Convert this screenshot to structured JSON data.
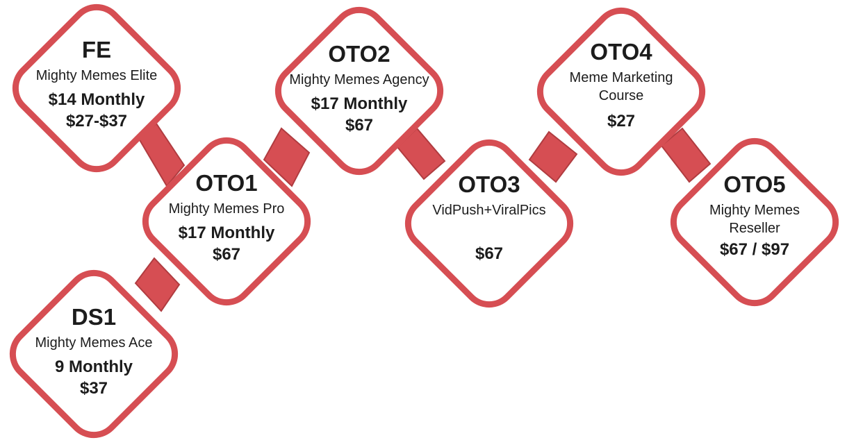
{
  "colors": {
    "accent": "#d64e53",
    "accent_dark": "#b03c40",
    "tile_fill": "#ffffff",
    "text": "#1c1c1c"
  },
  "funnel": {
    "fe": {
      "code": "FE",
      "name": "Mighty Memes Elite",
      "price1": "$14 Monthly",
      "price2": "$27-$37"
    },
    "oto1": {
      "code": "OTO1",
      "name": "Mighty Memes Pro",
      "price1": "$17 Monthly",
      "price2": "$67"
    },
    "ds1": {
      "code": "DS1",
      "name": "Mighty Memes Ace",
      "price1": "9 Monthly",
      "price2": "$37"
    },
    "oto2": {
      "code": "OTO2",
      "name": "Mighty Memes Agency",
      "price1": "$17 Monthly",
      "price2": "$67"
    },
    "oto3": {
      "code": "OTO3",
      "name": "VidPush+ViralPics",
      "price1": "",
      "price2": "$67"
    },
    "oto4": {
      "code": "OTO4",
      "name": "Meme Marketing Course",
      "price1": "$27",
      "price2": ""
    },
    "oto5": {
      "code": "OTO5",
      "name": "Mighty Memes Reseller",
      "price1": "$67 / $97",
      "price2": ""
    }
  }
}
